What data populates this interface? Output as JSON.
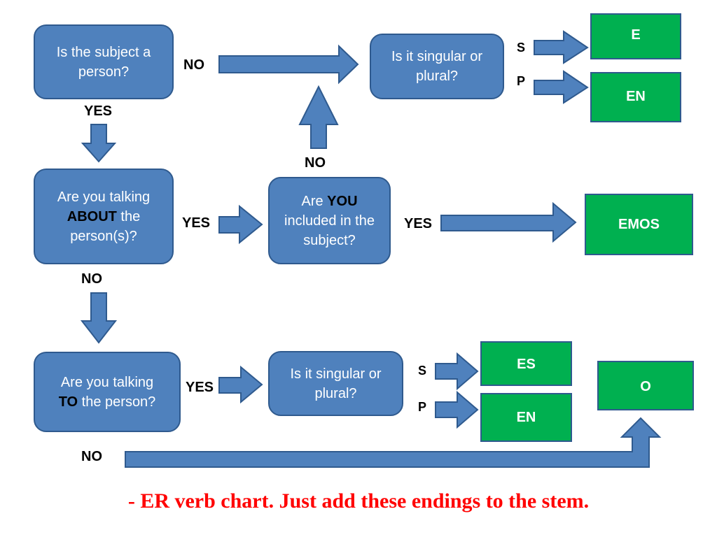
{
  "colors": {
    "question_fill": "#4f81bd",
    "answer_fill": "#00b050",
    "arrow_fill": "#4f81bd",
    "border": "#2f5a8e",
    "caption": "#ff0000"
  },
  "questions": {
    "q1": {
      "text": "Is the subject a person?"
    },
    "q2": {
      "pre": "Are you talking",
      "bold": "ABOUT",
      "post": "the person(s)?"
    },
    "q3": {
      "pre": "Are",
      "bold": "YOU",
      "post": "included in the subject?"
    },
    "q4": {
      "text": "Is it singular or plural?"
    },
    "q5": {
      "pre": "Are you talking",
      "bold": "TO",
      "post": "the person?"
    },
    "q6": {
      "text": "Is it singular or plural?"
    }
  },
  "answers": {
    "e": "E",
    "en_top": "EN",
    "emos": "EMOS",
    "es": "ES",
    "en_bottom": "EN",
    "o": "O"
  },
  "labels": {
    "no_q1": "NO",
    "yes_q1": "YES",
    "no_q3": "NO",
    "yes_q2": "YES",
    "yes_q3": "YES",
    "no_q2": "NO",
    "yes_q5": "YES",
    "no_q5": "NO",
    "s_top": "S",
    "p_top": "P",
    "s_bottom": "S",
    "p_bottom": "P"
  },
  "caption": "- ER verb chart. Just add these endings to the stem."
}
